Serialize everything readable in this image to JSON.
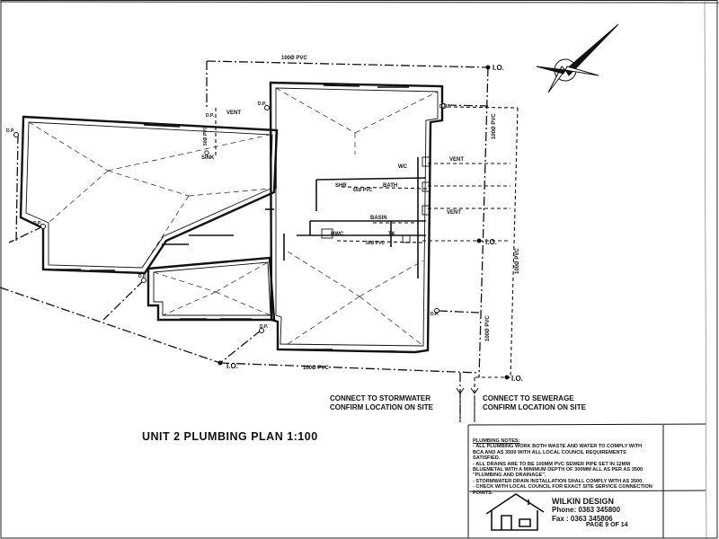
{
  "title": "UNIT 2 PLUMBING PLAN 1:100",
  "pipes": {
    "top_pvc": "100Ø PVC",
    "bottom_pvc": "100Ø PVC",
    "right_storm_pvc": "100Ø PVC",
    "right_sewer_pvc": "100Ø PVC",
    "lower_right_pvc": "100Ø PVC",
    "sink_pvc": "50Ø PVC",
    "bath_pvc": "65Ø PVC",
    "tk_pvc": "50Ø PVC"
  },
  "fixtures": {
    "vent_top": "VENT",
    "vent_wc": "VENT",
    "vent_basin": "VENT",
    "sink": "SINK",
    "wc": "WC",
    "shr": "SHR",
    "bath": "BATH",
    "basin": "BASIN",
    "hwc": "HWC",
    "tk": "TK"
  },
  "downpipes": {
    "dp1": "D.P.",
    "dp2": "D.P.",
    "dp3": "D.P.",
    "dp4": "D.P.",
    "dp5": "D.P.",
    "dp6": "D.P.",
    "dp7": "D.P.",
    "dp8": "D.P."
  },
  "inspection": {
    "io_top": "I.O.",
    "io_mid": "I.O.",
    "io_bottom_left": "I.O.",
    "io_bottom_right": "I.O."
  },
  "connections": {
    "storm_line1": "CONNECT TO STORMWATER",
    "storm_line2": "CONFIRM LOCATION ON SITE",
    "sewer_line1": "CONNECT TO SEWERAGE",
    "sewer_line2": "CONFIRM LOCATION ON SITE"
  },
  "notes": {
    "heading": "PLUMBING NOTES:",
    "items": [
      "- ALL PLUMBING WORK BOTH WASTE AND WATER TO COMPLY WITH BCA AND AS 3500 WITH ALL LOCAL COUNCIL REQUIREMENTS SATISFIED.",
      "- ALL DRAINS ARE TO BE 100mm PVC SEWER PIPE SET IN 12mm BLUEMETAL WITH A MINIMUM DEPTH OF 300mm ALL AS PER AS 3500 \"PLUMBING AND DRAINAGE\".",
      "- STORMWATER DRAIN INSTALLATION SHALL COMPLY WITH AS 3500.",
      "- CHECK WITH LOCAL COUNCIL FOR EXACT SITE SERVICE CONNECTION POINTS."
    ]
  },
  "company": {
    "name": "WILKIN DESIGN",
    "phone": "Phone: 0363 345800",
    "fax": "Fax  : 0363 345806",
    "page": "PAGE 9 OF 14"
  }
}
